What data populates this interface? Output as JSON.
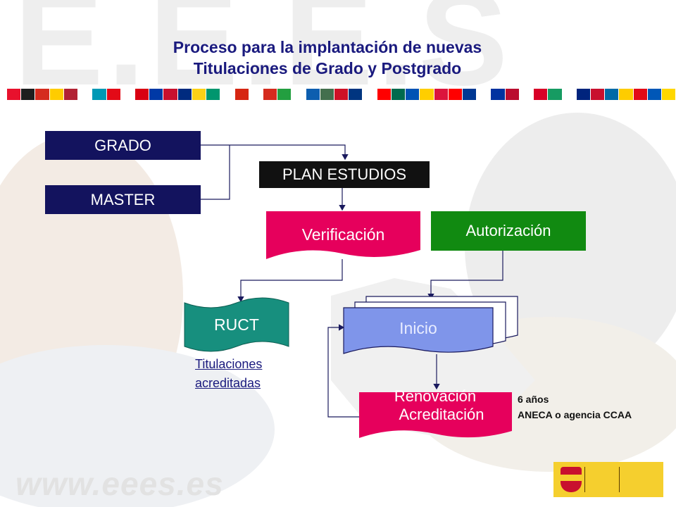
{
  "watermark": "E.E.E.S",
  "footer_url": "www.eees.es",
  "title": {
    "line1": "Proceso para la implantación de nuevas",
    "line2": "Titulaciones de Grado y Postgrado"
  },
  "flag_colors": [
    "#e8112d",
    "#1e1e1e",
    "#d52b1e",
    "#ffcc00",
    "#b22234",
    "#ffffff",
    "#0099b5",
    "#e30a17",
    "#ffffff",
    "#d90012",
    "#0039a6",
    "#c8102e",
    "#002b7f",
    "#fcd116",
    "#00966e",
    "#ffffff",
    "#d62612",
    "#ffffff",
    "#d52b1e",
    "#239f40",
    "#ffffff",
    "#0d5eaf",
    "#436f4d",
    "#ce1126",
    "#003580",
    "#ffffff",
    "#ff0000",
    "#006a4e",
    "#0052b4",
    "#ffce00",
    "#dc143c",
    "#ff0000",
    "#003893",
    "#ffffff",
    "#0032a0",
    "#ba0c2f",
    "#ffffff",
    "#d80027",
    "#169b62",
    "#ffffff",
    "#00247d",
    "#c8102e",
    "#006aa7",
    "#fecc00",
    "#e30a17",
    "#0057b7",
    "#ffd700"
  ],
  "flow": {
    "grado": "GRADO",
    "master": "MASTER",
    "plan": "PLAN ESTUDIOS",
    "verificacion": "Verificación",
    "autorizacion": "Autorización",
    "ruct": "RUCT",
    "inicio": "Inicio",
    "renovacion_line1": "Renovación",
    "renovacion_line2": "Acreditación"
  },
  "titulaciones": {
    "line1": "Titulaciones",
    "line2": "acreditadas"
  },
  "note": {
    "line1": "6 años",
    "line2": "ANECA o agencia CCAA"
  },
  "colors": {
    "navy": "#13135e",
    "magenta": "#e6005c",
    "teal": "#178f7e",
    "green": "#118a11",
    "inicio_blue": "#7f95ea",
    "title": "#1a1a7e"
  }
}
